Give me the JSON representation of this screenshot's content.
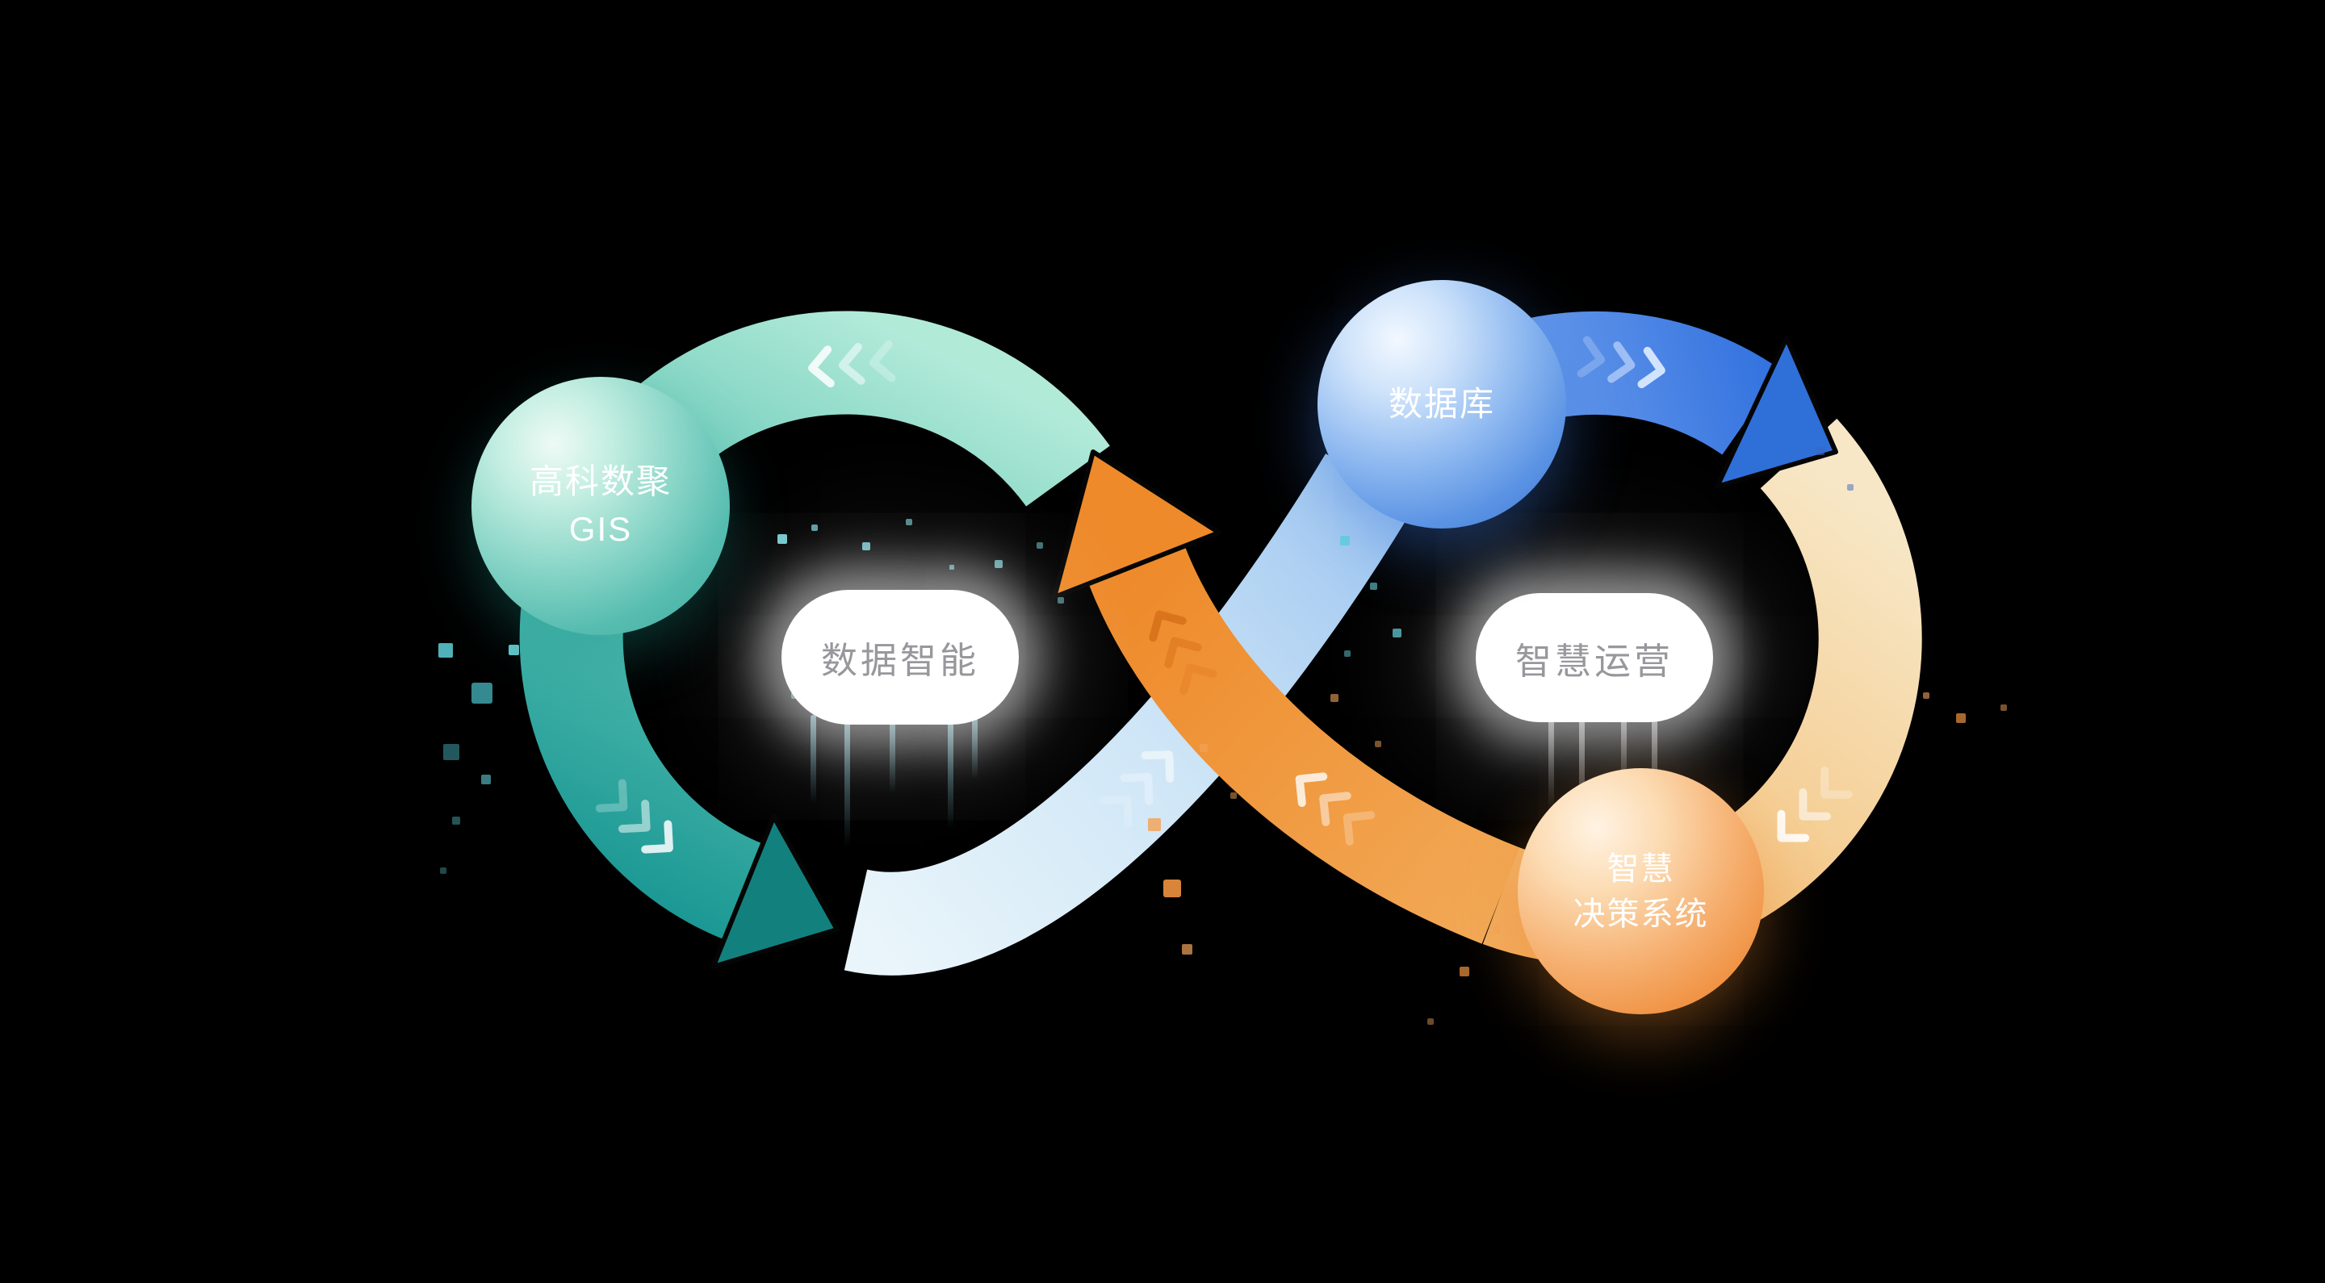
{
  "diagram": {
    "nodes": {
      "gis": {
        "line1": "高科数聚",
        "line2": "GIS",
        "color": "#57bdb0"
      },
      "database": {
        "label": "数据库",
        "color": "#3a74d2"
      },
      "decision": {
        "line1": "智慧",
        "line2": "决策系统",
        "color": "#f09243"
      }
    },
    "pills": {
      "left": "数据智能",
      "right": "智慧运营"
    },
    "colors": {
      "background": "#000000",
      "teal_loop": "#1b9894",
      "mint_loop": "#b2ead8",
      "pale_band": "#e9f5fa",
      "blue_arrow": "#2e6ede",
      "tan_loop": "#f2ab5c",
      "orange_band": "#ee8a2a",
      "pill_text": "#97979c"
    }
  }
}
